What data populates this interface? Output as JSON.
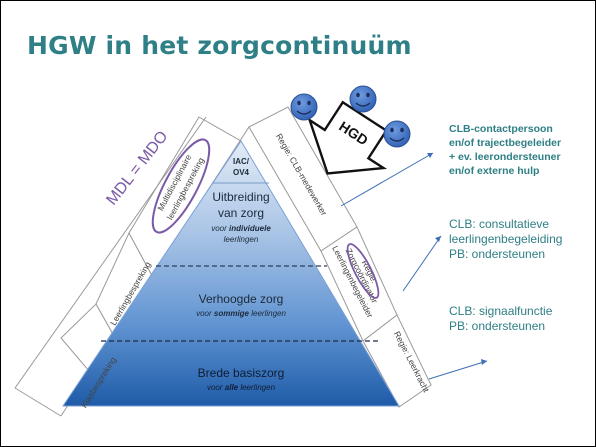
{
  "slide": {
    "title": "HGW in het zorgcontinuüm"
  },
  "colors": {
    "title": "#2e7f86",
    "accent_purple": "#7b5aa8",
    "arrow_blue": "#3d6fb6",
    "pyramid_top": "#dfe9f6",
    "pyramid_bottom": "#1f5fae"
  },
  "pyramid": {
    "top": {
      "line1": "IAC/",
      "line2": "OV4"
    },
    "level3": {
      "line1": "Uitbreiding",
      "line2": "van zorg",
      "sub_prefix": "voor ",
      "sub_emph": "individuele",
      "sub_line2": "leerlingen"
    },
    "level2": {
      "label": "Verhoogde zorg",
      "sub_prefix": "voor ",
      "sub_emph": "sommige",
      "sub_suffix": " leerlingen"
    },
    "level1": {
      "label": "Brede basiszorg",
      "sub_prefix": "voor ",
      "sub_emph": "alle",
      "sub_suffix": " leerlingen"
    }
  },
  "left_side": {
    "equation": "MDL = MDO",
    "tier3_line1": "Multidisciplinaire",
    "tier3_line2": "leerlingbespreking",
    "tier2": "Leerlingbespreking",
    "tier1": "Klasbespreking"
  },
  "right_side": {
    "tier3": "Regie: CLB-medewerker",
    "tier2_line1": "Regie:",
    "tier2_line2": "Zorgcoördinator",
    "tier2_line3": "Leerlingenbegeleider",
    "tier1": "Regie: Leerkracht"
  },
  "hgd_arrow": {
    "label": "HGD"
  },
  "smileys": [
    {
      "name": "smiley-icon"
    },
    {
      "name": "smiley-icon"
    },
    {
      "name": "smiley-icon"
    }
  ],
  "notes": {
    "tier3": [
      "CLB-contactpersoon",
      "en/of trajectbegeleider",
      "+ ev. leerondersteuner",
      "en/of externe hulp"
    ],
    "tier2": [
      "CLB: consultatieve",
      "leerlingenbegeleiding",
      "PB: ondersteunen"
    ],
    "tier1": [
      "CLB: signaalfunctie",
      "PB: ondersteunen"
    ]
  }
}
